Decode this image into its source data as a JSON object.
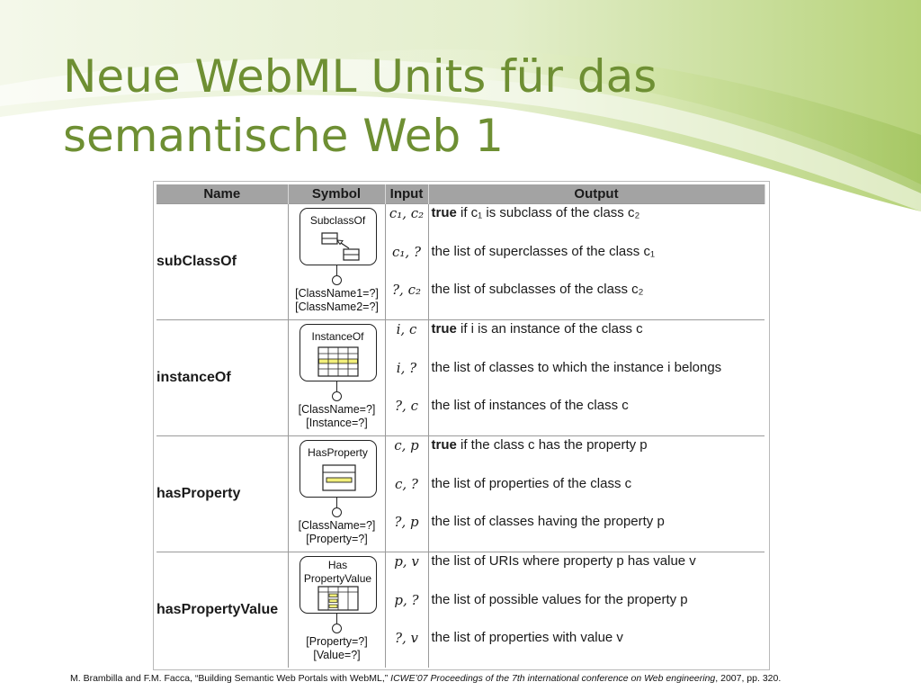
{
  "slide": {
    "title_line1": "Neue WebML Units für das",
    "title_line2": "semantische Web 1"
  },
  "table": {
    "headers": [
      "Name",
      "Symbol",
      "Input",
      "Output"
    ],
    "rows": [
      {
        "name": "subClassOf",
        "symbol_label": "SubclassOf",
        "symbol_icon": "class-hierarchy-icon",
        "params": [
          "[ClassName1=?]",
          "[ClassName2=?]"
        ],
        "inputs": [
          "c₁, c₂",
          "c₁, ?",
          "?, c₂"
        ],
        "outputs": [
          {
            "bold": "true",
            "text": " if c₁ is subclass of the class c₂"
          },
          {
            "bold": "",
            "text": "the list of superclasses of the class c₁"
          },
          {
            "bold": "",
            "text": "the list of subclasses of the class c₂"
          }
        ]
      },
      {
        "name": "instanceOf",
        "symbol_label": "InstanceOf",
        "symbol_icon": "instance-grid-icon",
        "params": [
          "[ClassName=?]",
          "[Instance=?]"
        ],
        "inputs": [
          "i, c",
          "i, ?",
          "?, c"
        ],
        "outputs": [
          {
            "bold": "true",
            "text": " if i is an instance of the class c"
          },
          {
            "bold": "",
            "text": "the list of classes to which the instance i belongs"
          },
          {
            "bold": "",
            "text": "the list of instances of the class c"
          }
        ]
      },
      {
        "name": "hasProperty",
        "symbol_label": "HasProperty",
        "symbol_icon": "property-box-icon",
        "params": [
          "[ClassName=?]",
          "[Property=?]"
        ],
        "inputs": [
          "c, p",
          "c, ?",
          "?, p"
        ],
        "outputs": [
          {
            "bold": "true",
            "text": " if the class c has the property p"
          },
          {
            "bold": "",
            "text": "the list of properties of the class c"
          },
          {
            "bold": "",
            "text": "the list of classes having the property p"
          }
        ]
      },
      {
        "name": "hasPropertyValue",
        "symbol_label": "Has PropertyValue",
        "symbol_label_lines": [
          "Has",
          "PropertyValue"
        ],
        "symbol_icon": "property-value-grid-icon",
        "params": [
          "[Property=?]",
          "[Value=?]"
        ],
        "inputs": [
          "p, v",
          "p, ?",
          "?, v"
        ],
        "outputs": [
          {
            "bold": "",
            "text": "the list of URIs where property p has value v"
          },
          {
            "bold": "",
            "text": "the list of possible values for the property p"
          },
          {
            "bold": "",
            "text": "the list of properties with value v"
          }
        ]
      }
    ]
  },
  "citation": {
    "prefix": "M. Brambilla and F.M. Facca, “Building Semantic Web Portals with WebML,” ",
    "venue": "ICWE’07 Proceedings of the 7th international conference on Web engineering",
    "suffix": ", 2007, pp. 320."
  },
  "colors": {
    "title": "#6e8f33",
    "swoosh_light": "#e8f1d2",
    "swoosh_mid": "#c6dd97",
    "swoosh_dark": "#9fc25a",
    "table_header": "#a3a3a3",
    "highlight": "#f2ef7a"
  }
}
